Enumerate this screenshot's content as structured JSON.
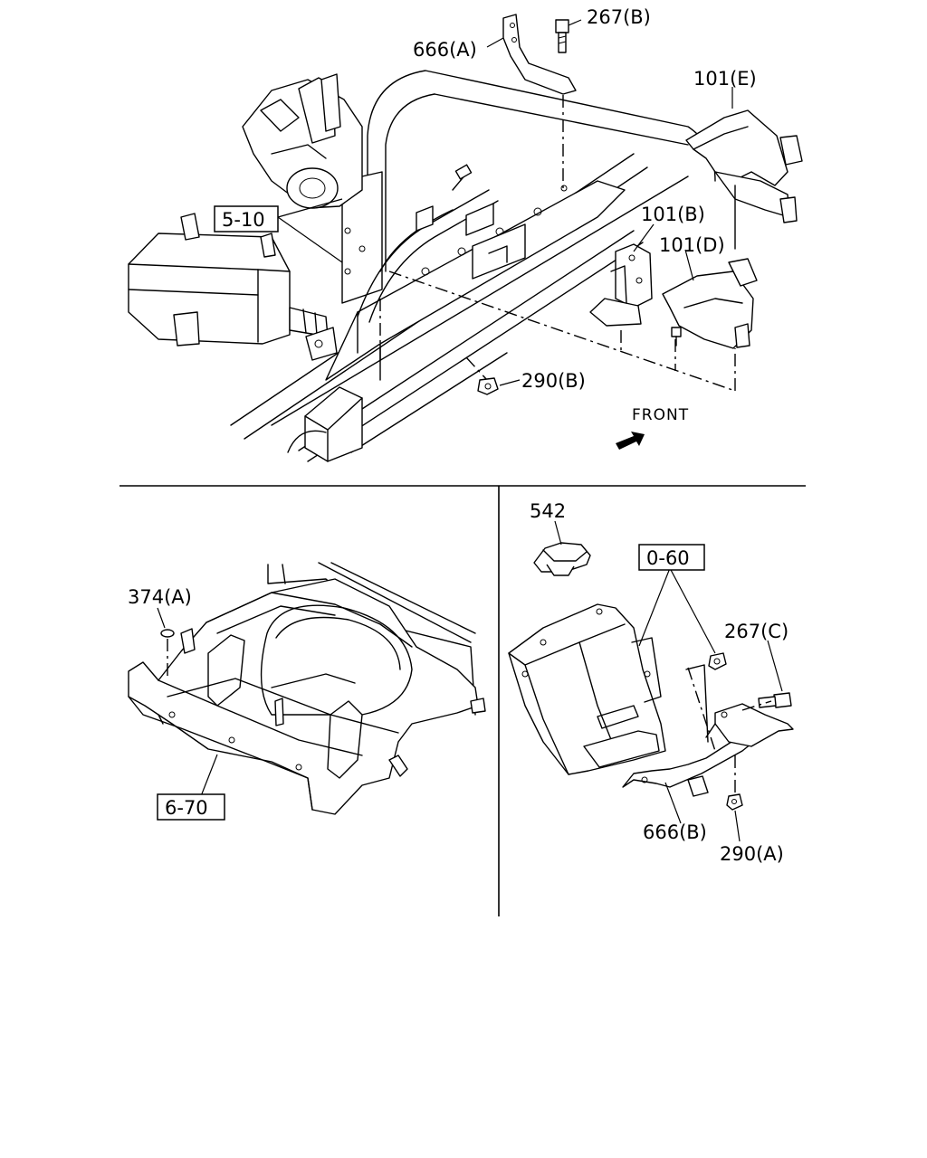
{
  "labels": {
    "top": {
      "p267b": "267(B)",
      "p666a": "666(A)",
      "p101e": "101(E)",
      "p510": "5-10",
      "p101b": "101(B)",
      "p101d": "101(D)",
      "p290b": "290(B)",
      "front": "FRONT"
    },
    "left": {
      "p374a": "374(A)",
      "p670": "6-70"
    },
    "right": {
      "p542": "542",
      "p060": "0-60",
      "p267c": "267(C)",
      "p666b": "666(B)",
      "p290a": "290(A)"
    }
  }
}
